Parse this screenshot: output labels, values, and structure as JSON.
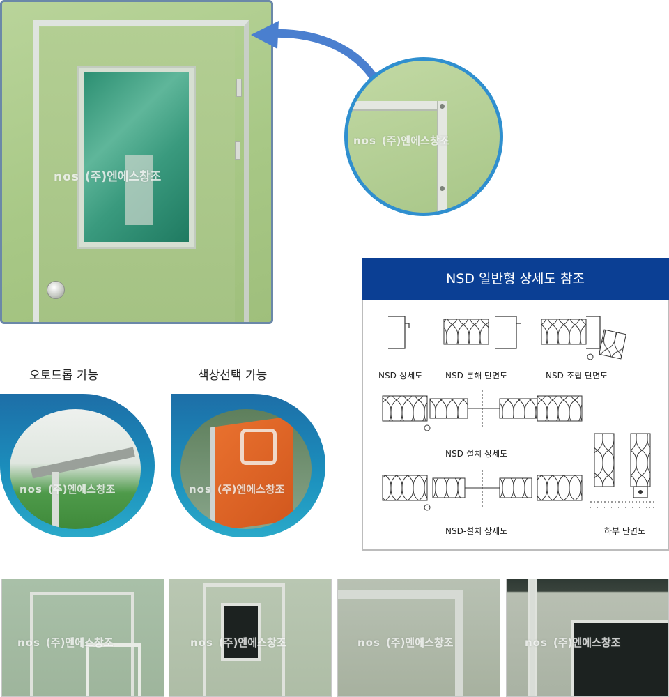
{
  "watermark": {
    "logo": "nos",
    "company": "(주)엔에스창조"
  },
  "features": {
    "autodrop": {
      "label": "오토드롭 가능"
    },
    "color": {
      "label": "색상선택 가능"
    }
  },
  "detail": {
    "title": "NSD 일반형 상세도 참조",
    "captions": {
      "sangsedo": "NSD-상세도",
      "bunhae": "NSD-분해 단면도",
      "jorip": "NSD-조립 단면도",
      "seolchi1": "NSD-설치 상세도",
      "seolchi2": "NSD-설치 상세도",
      "habu": "하부 단면도"
    }
  },
  "colors": {
    "header": "#0b3f94",
    "accent_ring": "#2f8fcf",
    "arrow": "#4a7fcf"
  }
}
